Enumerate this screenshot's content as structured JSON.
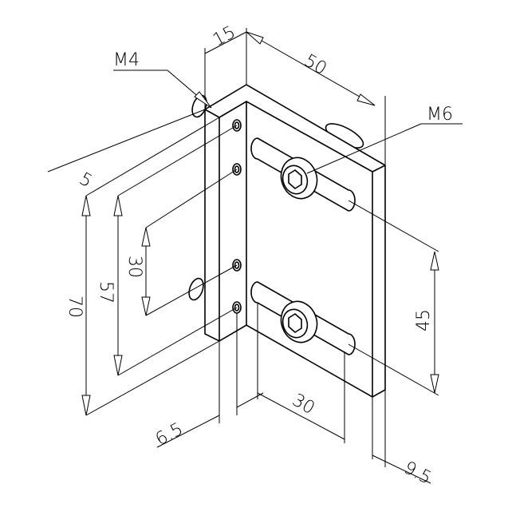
{
  "drawing": {
    "thread_labels": {
      "left_holes": "M4",
      "bolts": "M6"
    },
    "dimensions": {
      "flange_thickness": "15",
      "width": "50",
      "top_offset": "5",
      "height": "70",
      "hole_span_outer": "57",
      "hole_span_inner": "30",
      "slot_spacing": "45",
      "slot_offset": "30",
      "hole_edge_offset": "6.5",
      "slot_edge_offset": "9.5"
    }
  }
}
